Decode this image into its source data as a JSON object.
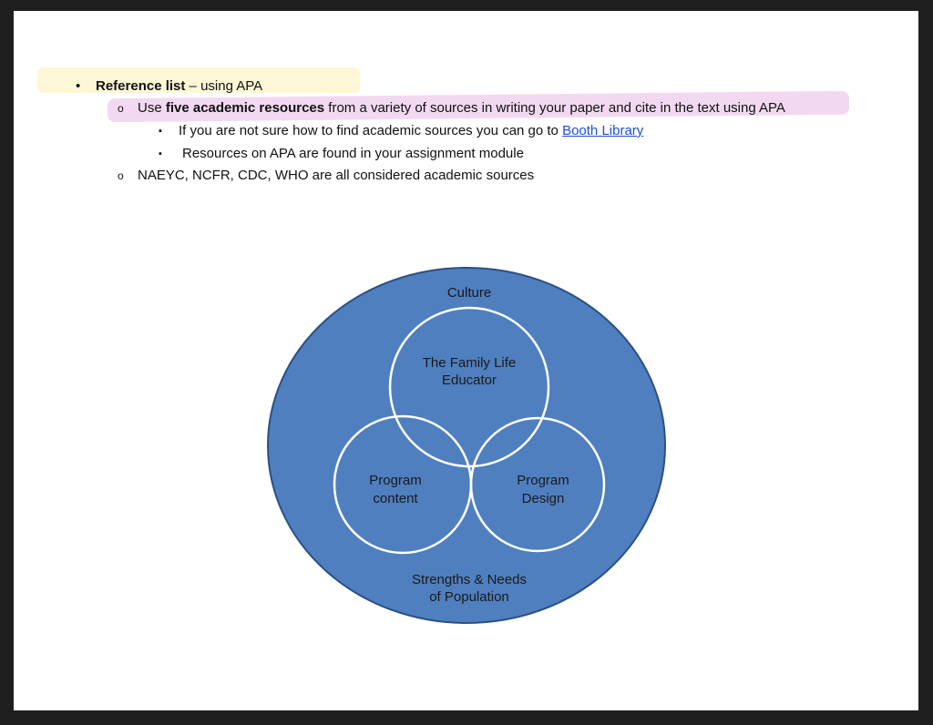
{
  "bullets": {
    "b1": "•",
    "b2": "o",
    "b3": "▪",
    "b4": "▪",
    "b5": "o"
  },
  "list": {
    "item1": {
      "bold": "Reference list",
      "rest": " – using APA"
    },
    "item2": {
      "pre": "Use ",
      "bold": "five academic resources",
      "rest": " from a variety of sources in writing your paper and cite in the text using APA"
    },
    "item3": {
      "text": "If you are not sure how to find academic sources you can go to ",
      "link": "Booth Library"
    },
    "item4": {
      "text": "Resources on APA are found in your assignment module"
    },
    "item5": {
      "text": "NAEYC, NCFR, CDC, WHO are all considered academic sources"
    }
  },
  "diagram": {
    "outer": "Culture",
    "top_line1": "The Family Life",
    "top_line2": "Educator",
    "left_line1": "Program",
    "left_line2": "content",
    "right_line1": "Program",
    "right_line2": "Design",
    "bottom_line1": "Strengths & Needs",
    "bottom_line2": "of Population",
    "colors": {
      "fill": "#4f7fbf",
      "edge": "#2a4f84",
      "ring": "#ffffff"
    }
  },
  "colors": {
    "highlight_yellow": "#fdf7d6",
    "highlight_purple": "#f2d9f1",
    "link": "#1a4fd8"
  }
}
